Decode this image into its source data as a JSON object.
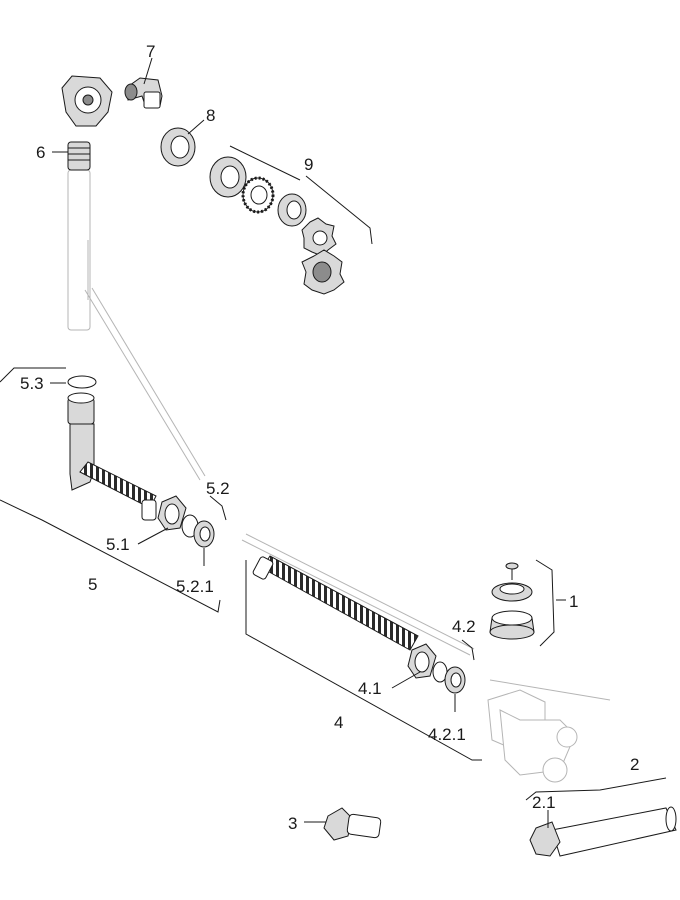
{
  "callouts": {
    "c1": "1",
    "c2": "2",
    "c2_1": "2.1",
    "c3": "3",
    "c4": "4",
    "c4_1": "4.1",
    "c4_2": "4.2",
    "c4_2_1": "4.2.1",
    "c5": "5",
    "c5_1": "5.1",
    "c5_2": "5.2",
    "c5_2_1": "5.2.1",
    "c5_3": "5.3",
    "c6": "6",
    "c7": "7",
    "c8": "8",
    "c9": "9"
  }
}
